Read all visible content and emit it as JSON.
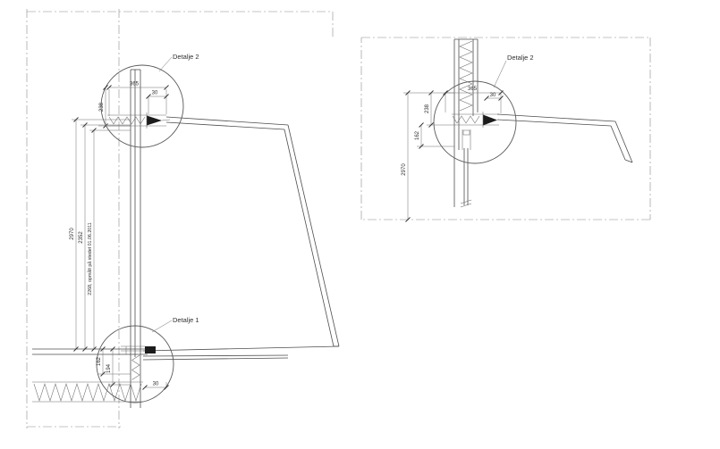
{
  "page": {
    "background": "#ffffff",
    "line_color": "#4d4d4d"
  },
  "left_view": {
    "labels": {
      "detail_top": "Detalje 2",
      "detail_bottom": "Detalje 1"
    },
    "dims": {
      "width_top": "365",
      "offset_top": "30",
      "head_height": "238",
      "total_height": "2970",
      "frame_height": "2352",
      "site_measure": "2268, opmålt på stedet 01.06.2011",
      "sill_a": "162",
      "sill_b": "194",
      "offset_bottom": "30"
    }
  },
  "right_view": {
    "labels": {
      "detail_top": "Detalje 2"
    },
    "dims": {
      "width_top": "365",
      "offset_top": "30",
      "head_height": "238",
      "head_b": "162",
      "total_height": "2970"
    }
  }
}
